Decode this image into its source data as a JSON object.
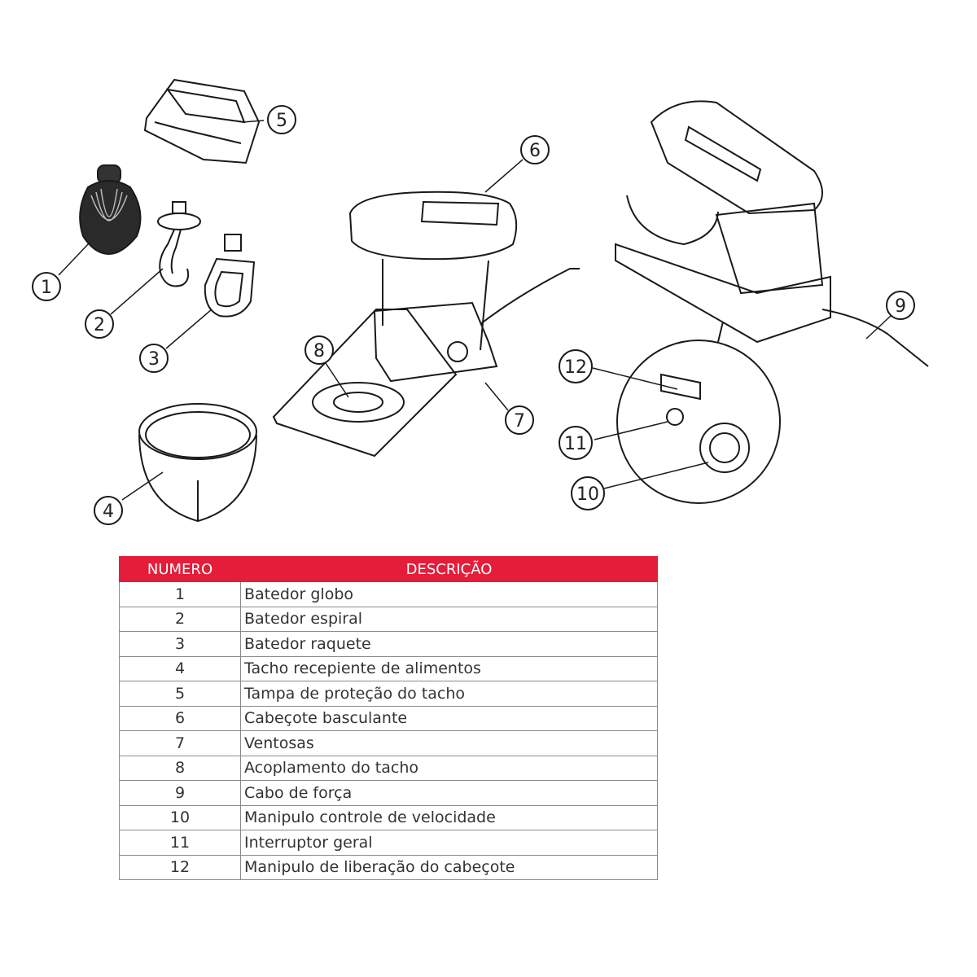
{
  "callouts": [
    "1",
    "2",
    "3",
    "4",
    "5",
    "6",
    "7",
    "8",
    "9",
    "10",
    "11",
    "12"
  ],
  "table": {
    "header_number": "NUMERO",
    "header_description": "DESCRIÇÃO",
    "header_color": "#e41d3a",
    "rows": [
      {
        "n": "1",
        "d": "Batedor globo"
      },
      {
        "n": "2",
        "d": "Batedor espiral"
      },
      {
        "n": "3",
        "d": "Batedor raquete"
      },
      {
        "n": "4",
        "d": "Tacho recepiente de alimentos"
      },
      {
        "n": "5",
        "d": "Tampa de proteção do tacho"
      },
      {
        "n": "6",
        "d": "Cabeçote basculante"
      },
      {
        "n": "7",
        "d": "Ventosas"
      },
      {
        "n": "8",
        "d": "Acoplamento do tacho"
      },
      {
        "n": "9",
        "d": "Cabo de força"
      },
      {
        "n": "10",
        "d": "Manipulo controle de velocidade"
      },
      {
        "n": "11",
        "d": "Interruptor geral"
      },
      {
        "n": "12",
        "d": "Manipulo de liberação do cabeçote"
      }
    ]
  },
  "icons": [
    "whisk-icon",
    "dough-hook-icon",
    "flat-beater-icon",
    "bowl-icon",
    "bowl-guard-icon",
    "mixer-tilted-icon",
    "mixer-assembled-icon",
    "control-detail-icon"
  ]
}
